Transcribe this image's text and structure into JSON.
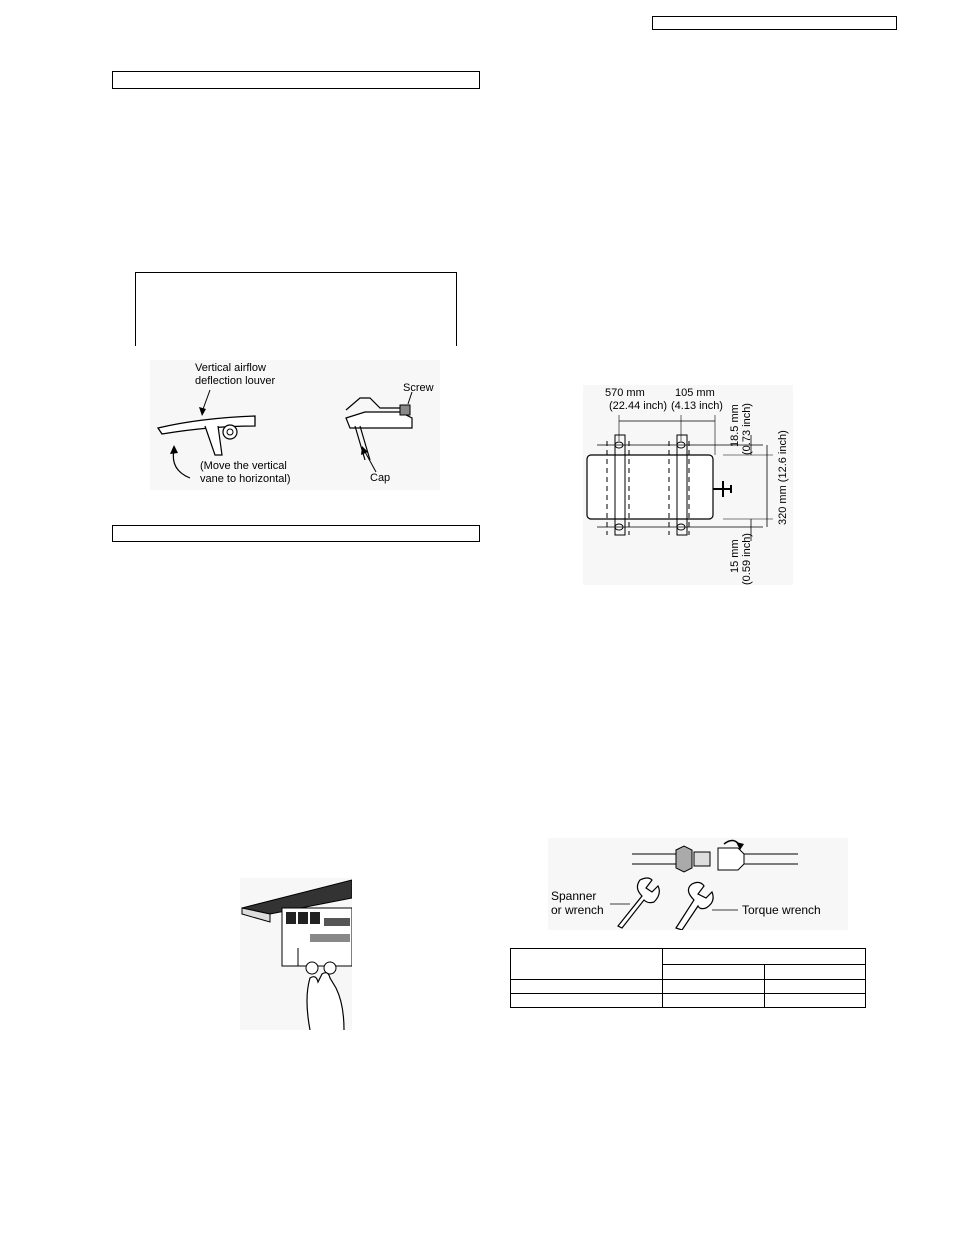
{
  "louver_figure": {
    "louver_label_line1": "Vertical airflow",
    "louver_label_line2": "deflection louver",
    "move_label_line1": "(Move the vertical",
    "move_label_line2": "vane to horizontal)",
    "screw_label": "Screw",
    "cap_label": "Cap"
  },
  "mounting_figure": {
    "dim_570": "570 mm",
    "dim_570_inch": "(22.44 inch)",
    "dim_105": "105 mm",
    "dim_105_inch": "(4.13 inch)",
    "dim_18_5": "18.5 mm",
    "dim_18_5_inch": "(0.73 inch)",
    "dim_320": "320 mm (12.6 inch)",
    "dim_15": "15 mm",
    "dim_15_inch": "(0.59 inch)"
  },
  "wrench_figure": {
    "spanner_line1": "Spanner",
    "spanner_line2": "or wrench",
    "torque_label": "Torque wrench"
  }
}
